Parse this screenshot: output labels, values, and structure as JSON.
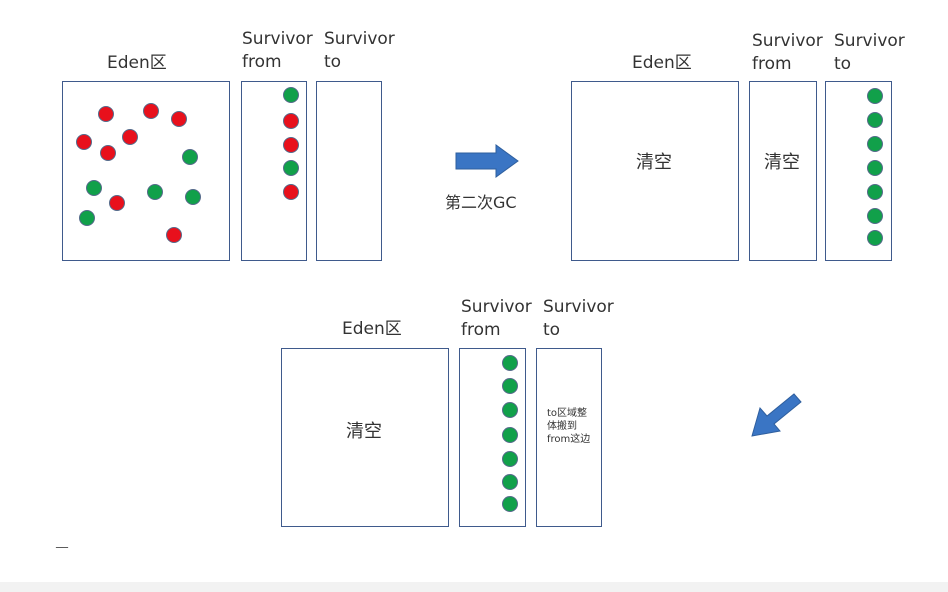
{
  "labels": {
    "eden": "Eden区",
    "survivor": "Survivor",
    "from": "from",
    "to": "to",
    "cleared": "清空",
    "gc_caption": "第二次GC",
    "move_note_line1": "to区域整",
    "move_note_line2": "体搬到",
    "move_note_line3": "from这边",
    "corner_mark": "__"
  },
  "colors": {
    "red_object": "#e8101c",
    "green_object": "#11a04a",
    "box_border": "#3f5a8c",
    "arrow_fill": "#3a75c4"
  },
  "icons": {
    "gc_arrow": "arrow-right-icon",
    "move_arrow": "arrow-down-left-icon"
  },
  "object_counts": {
    "before_eden_red": 8,
    "before_eden_green": 5,
    "before_from_red": 3,
    "before_from_green": 2,
    "after_gc_to_green": 7,
    "after_move_from_green": 7
  }
}
